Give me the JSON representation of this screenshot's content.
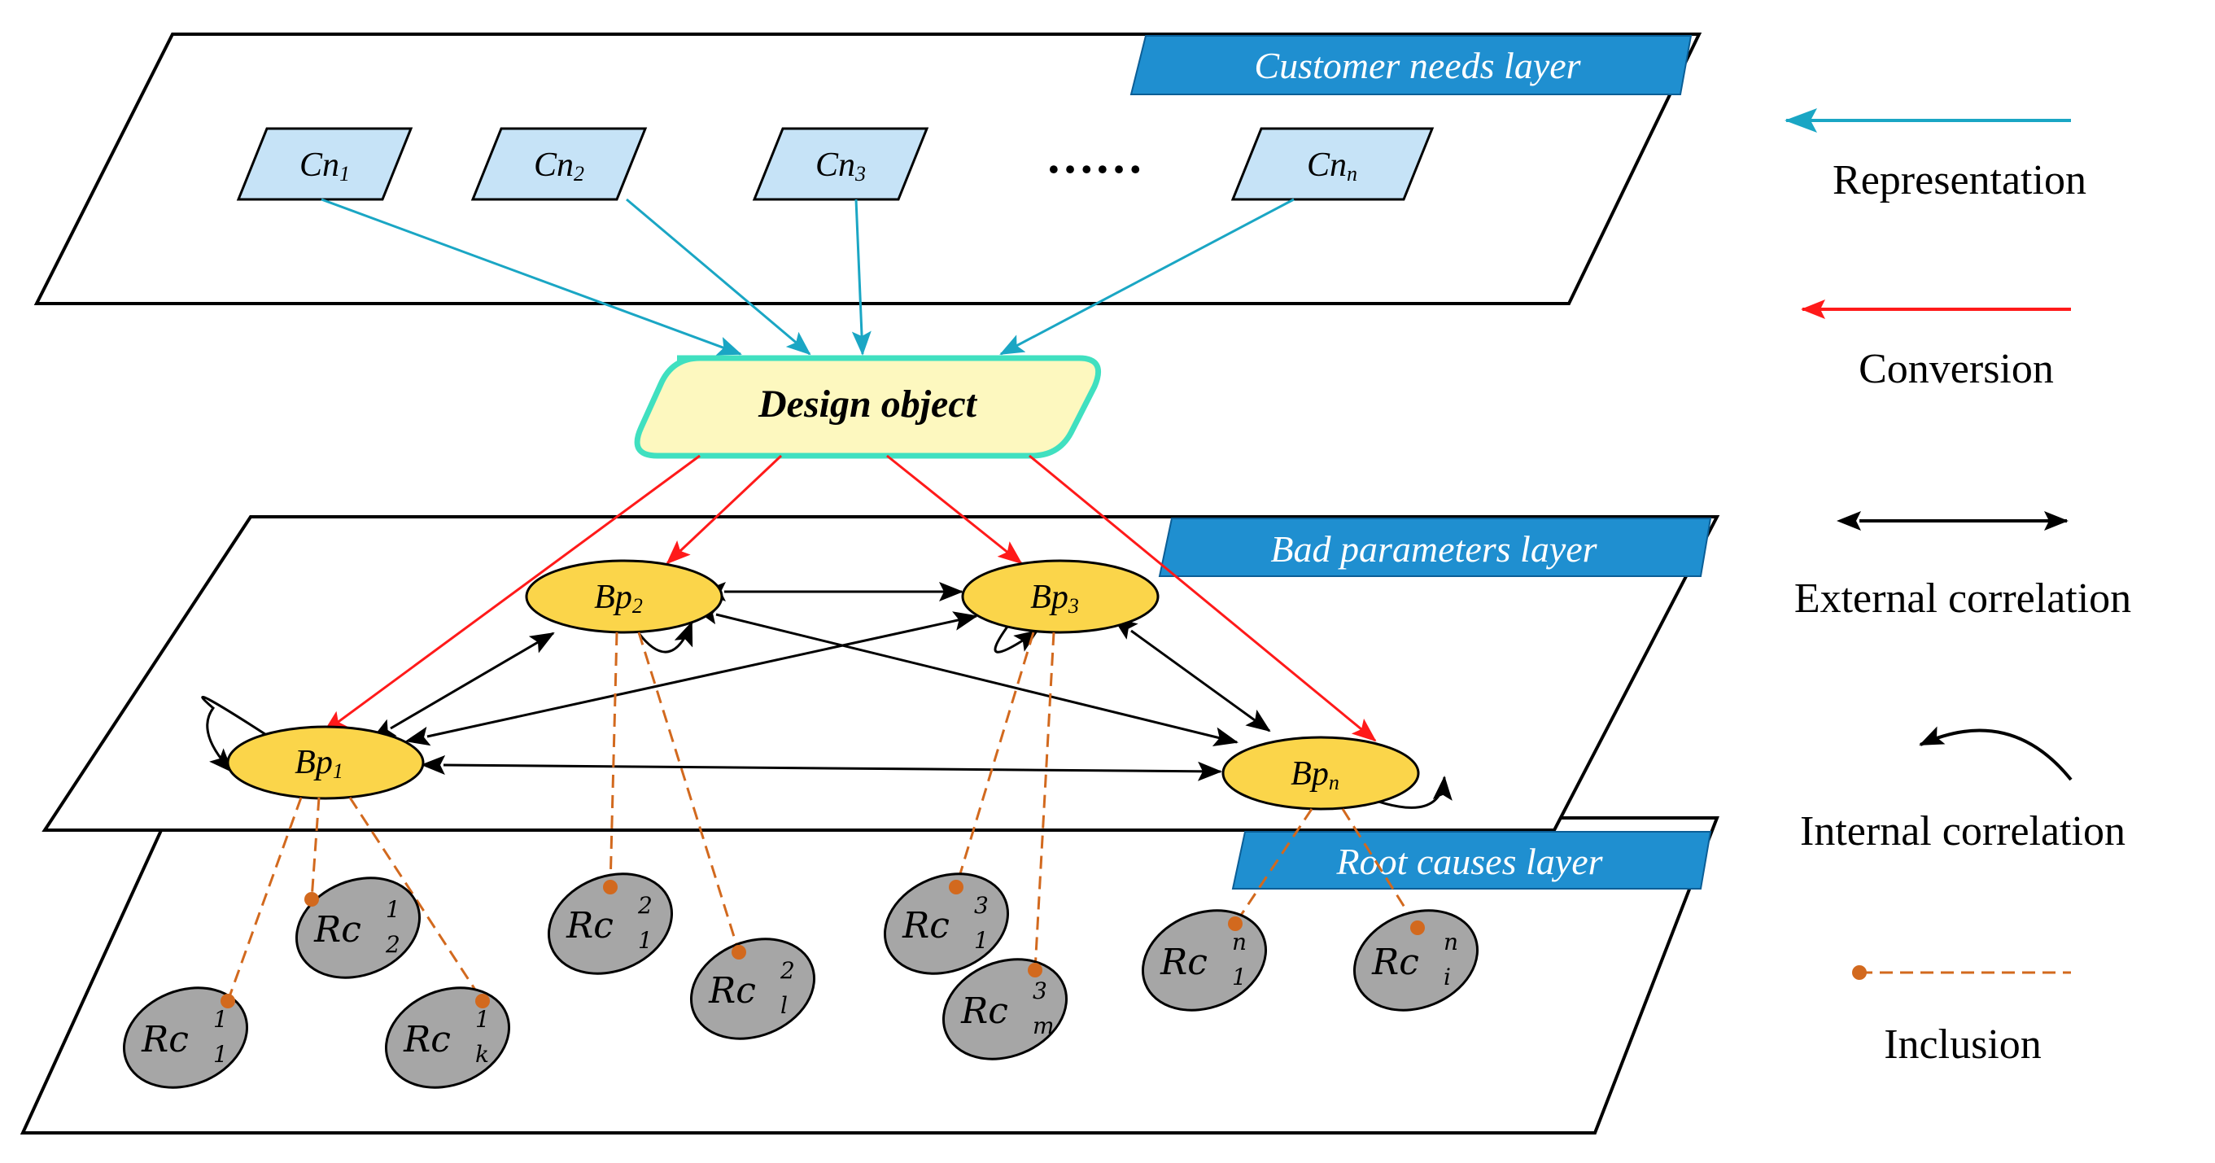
{
  "layers": {
    "customer": "Customer needs layer",
    "bad": "Bad parameters layer",
    "root": "Root causes layer"
  },
  "customer_needs": [
    {
      "base": "Cn",
      "sub": "1"
    },
    {
      "base": "Cn",
      "sub": "2"
    },
    {
      "base": "Cn",
      "sub": "3"
    },
    {
      "base": "Cn",
      "sub": "n"
    }
  ],
  "ellipsis": "……",
  "design_object": "Design object",
  "bad_parameters": [
    {
      "base": "Bp",
      "sub": "1"
    },
    {
      "base": "Bp",
      "sub": "2"
    },
    {
      "base": "Bp",
      "sub": "3"
    },
    {
      "base": "Bp",
      "sub": "n"
    }
  ],
  "root_causes": [
    {
      "base": "Rc",
      "sub": "1",
      "sup": "1"
    },
    {
      "base": "Rc",
      "sub": "2",
      "sup": "1"
    },
    {
      "base": "Rc",
      "sub": "k",
      "sup": "1"
    },
    {
      "base": "Rc",
      "sub": "1",
      "sup": "2"
    },
    {
      "base": "Rc",
      "sub": "l",
      "sup": "2"
    },
    {
      "base": "Rc",
      "sub": "1",
      "sup": "3"
    },
    {
      "base": "Rc",
      "sub": "m",
      "sup": "3"
    },
    {
      "base": "Rc",
      "sub": "1",
      "sup": "n"
    },
    {
      "base": "Rc",
      "sub": "i",
      "sup": "n"
    }
  ],
  "legend": {
    "representation": "Representation",
    "conversion": "Conversion",
    "external": "External correlation",
    "internal": "Internal correlation",
    "inclusion": "Inclusion"
  },
  "colors": {
    "representation": "#1aa6c4",
    "conversion": "#ff1a1a",
    "correlation": "#000000",
    "inclusion": "#d2691e",
    "layer_title_bg": "#1f8fd0",
    "cn_fill": "#c6e3f7",
    "bp_fill": "#fbd54a",
    "rc_fill": "#a6a6a6",
    "design_fill": "#fdf8bf",
    "design_stroke": "#40e0c0"
  }
}
